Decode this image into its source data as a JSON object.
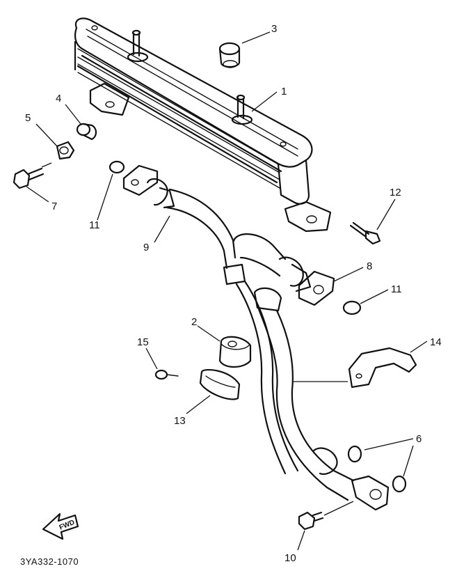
{
  "diagram": {
    "drawing_code": "3YA332-1070",
    "direction_arrow": "FWD",
    "callouts": [
      "1",
      "2",
      "3",
      "4",
      "5",
      "6",
      "7",
      "8",
      "9",
      "10",
      "11",
      "11",
      "12",
      "13",
      "14",
      "15"
    ]
  }
}
